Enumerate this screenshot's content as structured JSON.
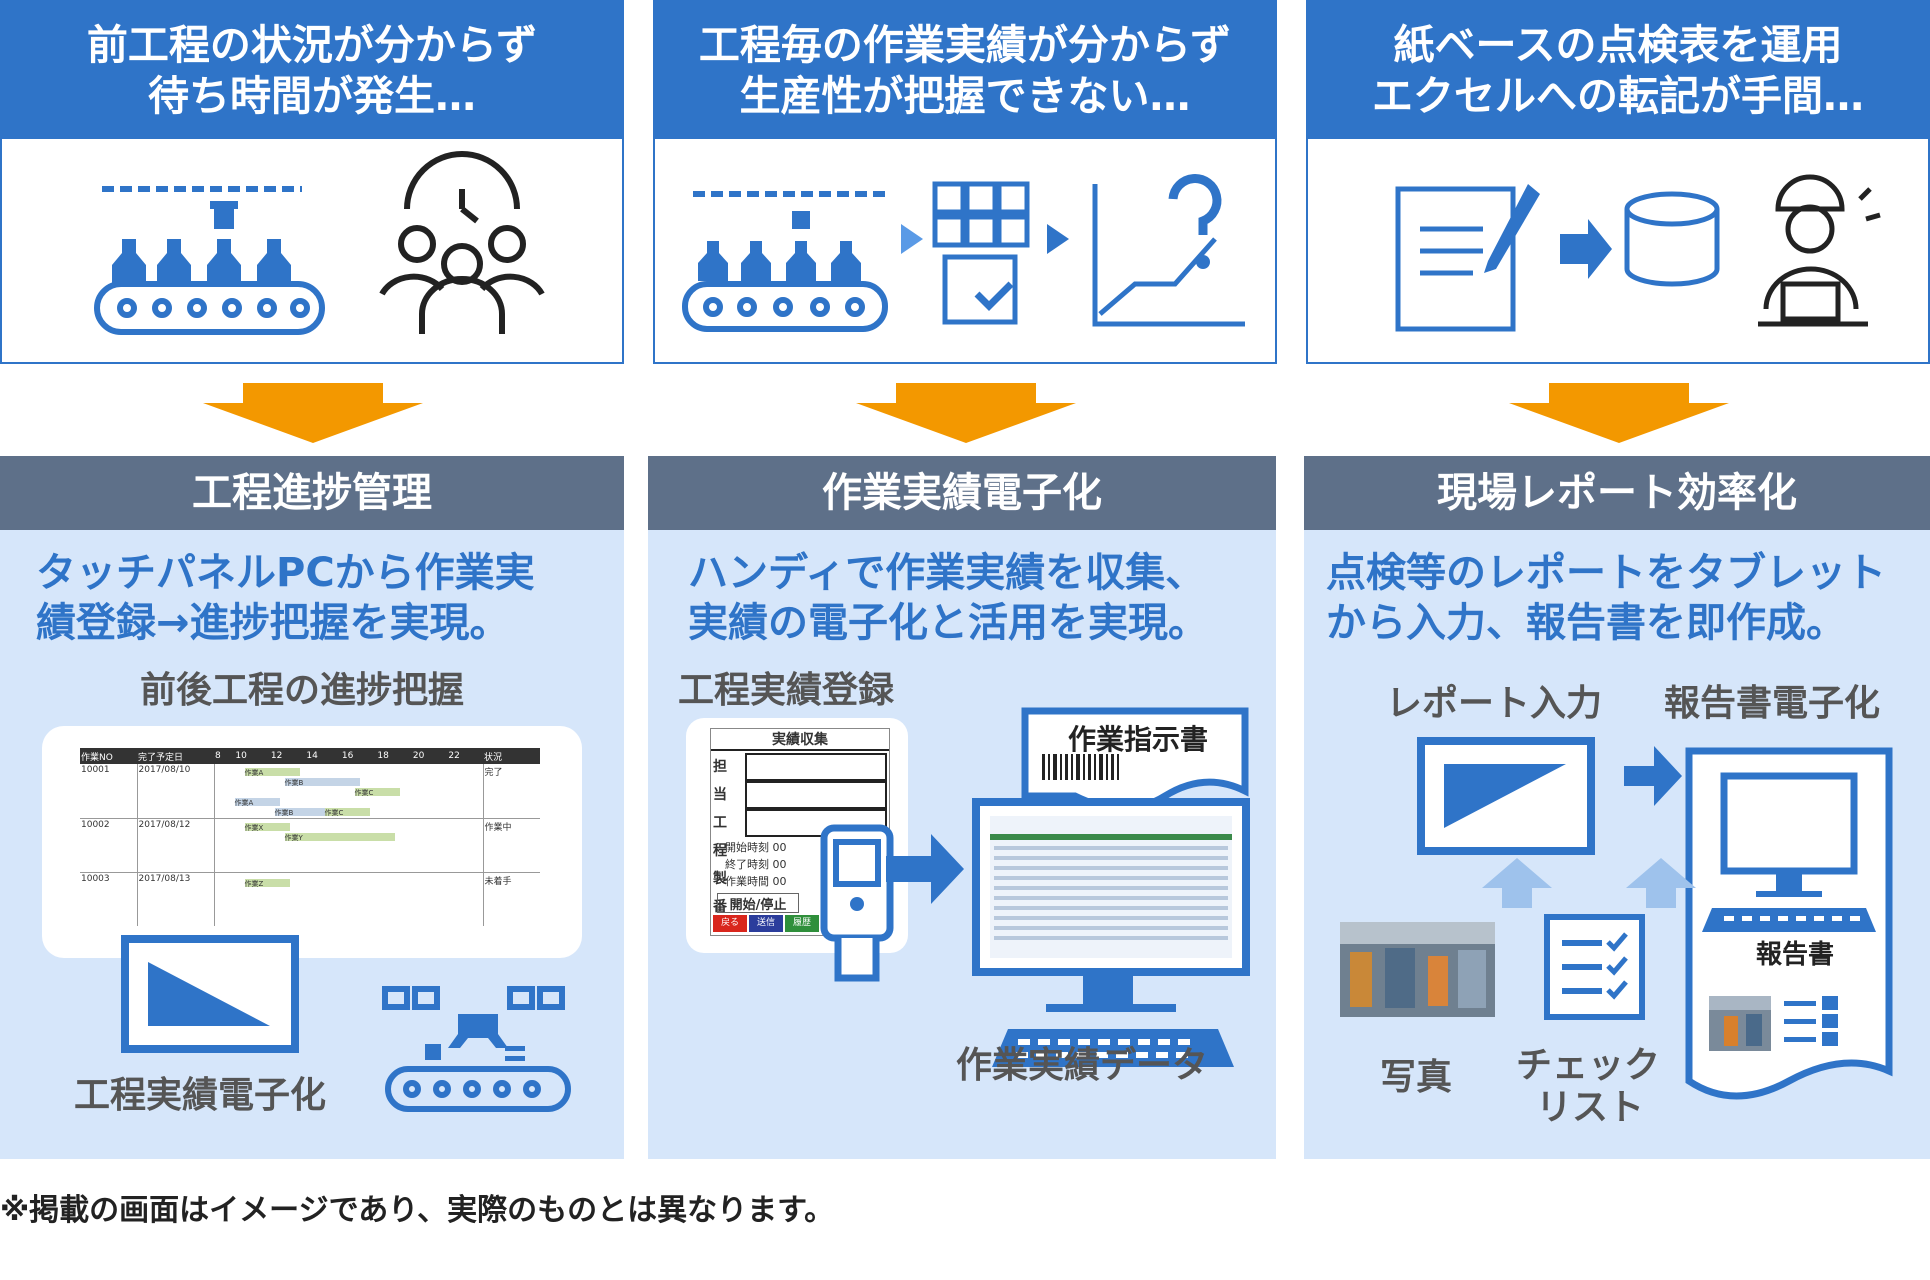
{
  "problems": [
    {
      "line1": "前工程の状況が分からず",
      "line2": "待ち時間が発生…"
    },
    {
      "line1": "工程毎の作業実績が分からず",
      "line2": "生産性が把握できない…"
    },
    {
      "line1": "紙ベースの点検表を運用",
      "line2": "エクセルへの転記が手間…"
    }
  ],
  "solutions": [
    {
      "title": "工程進捗管理",
      "desc1": "タッチパネルPCから作業実",
      "desc2": "績登録→進捗把握を実現。",
      "sub": "前後工程の進捗把握",
      "bottom_label": "工程実績電子化",
      "gantt": {
        "headers": [
          "作業NO",
          "完了予定日",
          "8",
          "10",
          "12",
          "14",
          "16",
          "18",
          "20",
          "22",
          "状況"
        ],
        "rows": [
          {
            "no": "10001",
            "date": "2017/08/10",
            "status": "完了"
          },
          {
            "no": "10002",
            "date": "2017/08/12",
            "status": "作業中"
          },
          {
            "no": "10003",
            "date": "2017/08/13",
            "status": "未着手"
          }
        ],
        "bars": [
          "作業A",
          "作業B",
          "作業C",
          "作業A",
          "作業B",
          "作業C",
          "作業X",
          "作業Y",
          "作業Z"
        ]
      }
    },
    {
      "title": "作業実績電子化",
      "desc1": "ハンディで作業実績を収集、",
      "desc2": "実績の電子化と活用を実現。",
      "sub": "工程実績登録",
      "doc_label": "作業指示書",
      "bottom_label": "作業実績データ",
      "handy": {
        "header": "実績収集",
        "fields": [
          "担当",
          "工程",
          "製番"
        ],
        "times": [
          "開始時刻",
          "終了時刻",
          "作業時間"
        ],
        "zero": "00",
        "start_stop": "開始/停止",
        "buttons": [
          "戻る",
          "送信",
          "履歴"
        ]
      }
    },
    {
      "title": "現場レポート効率化",
      "desc1": "点検等のレポートをタブレット",
      "desc2": "から入力、報告書を即作成。",
      "left_label": "レポート入力",
      "right_label": "報告書電子化",
      "photo_label": "写真",
      "check_label1": "チェック",
      "check_label2": "リスト",
      "report_label": "報告書"
    }
  ],
  "note": "※掲載の画面はイメージであり、実際のものとは異なります。",
  "colors": {
    "blue": "#2f74c8",
    "orange": "#f39800",
    "gray_header": "#5e7089",
    "light_bg": "#d6e6fa",
    "light_arrow": "#9ec2ec"
  }
}
